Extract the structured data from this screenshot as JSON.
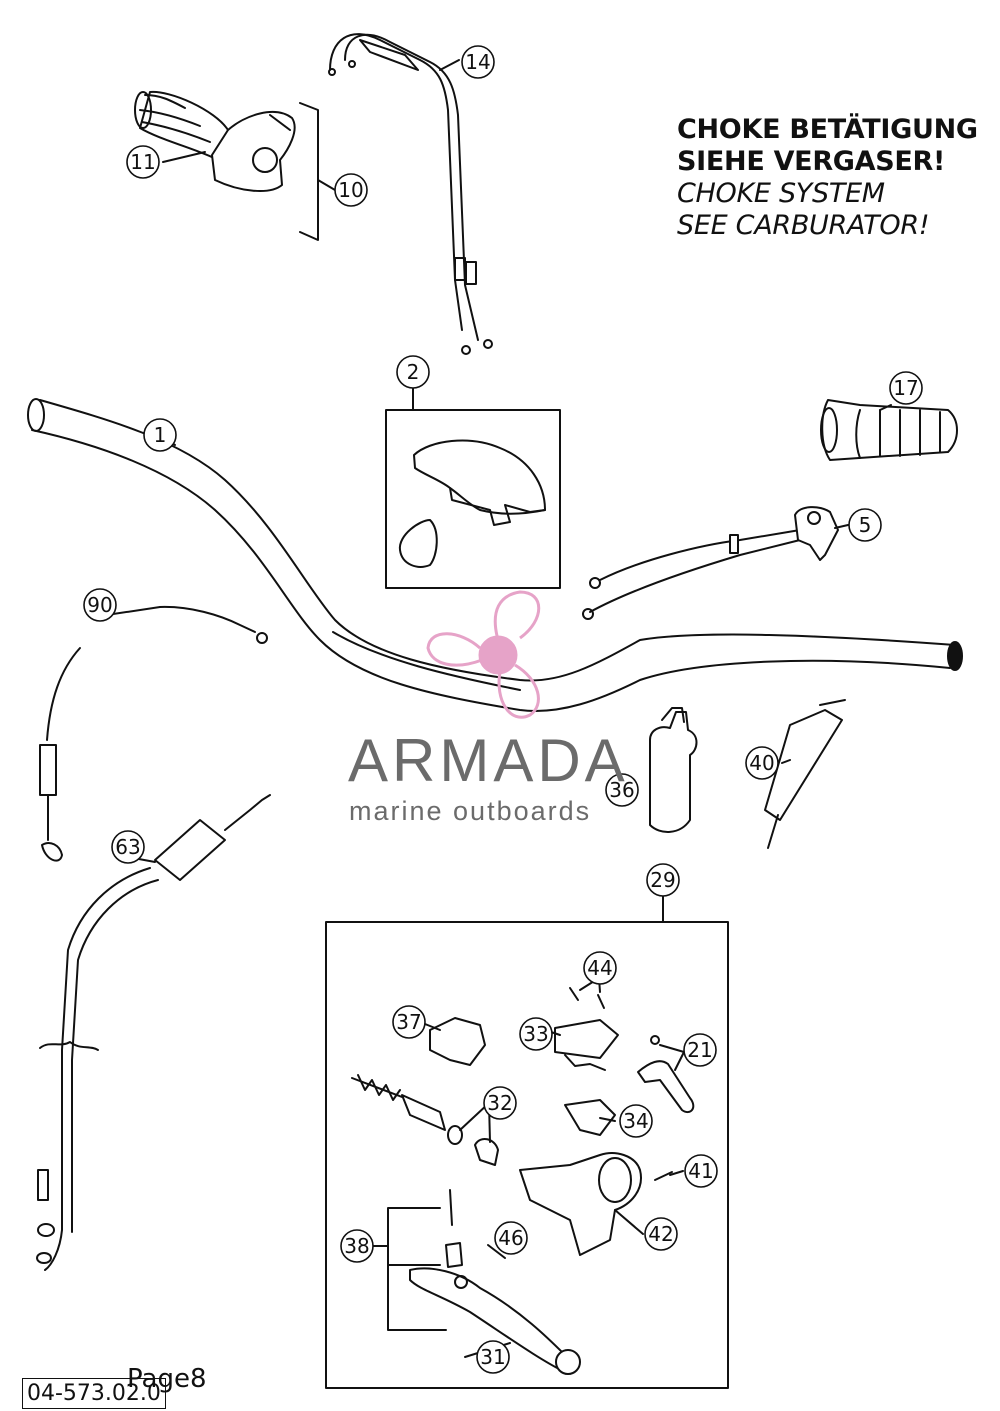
{
  "note": {
    "line1": "CHOKE BETÄTIGUNG",
    "line2": "SIEHE VERGASER!",
    "line3": "CHOKE SYSTEM",
    "line4": "SEE CARBURATOR!"
  },
  "callouts": [
    "1",
    "2",
    "5",
    "10",
    "11",
    "14",
    "17",
    "21",
    "29",
    "31",
    "32",
    "33",
    "34",
    "36",
    "37",
    "38",
    "40",
    "41",
    "42",
    "44",
    "46",
    "63",
    "90"
  ],
  "footer": {
    "page_label": "Page8",
    "doc_code": "04-573.02.0"
  },
  "watermark": {
    "brand": "ARMADA",
    "subtitle": "marine outboards",
    "logo_color": "#e6a3c8",
    "text_color": "#6b6b6b"
  }
}
